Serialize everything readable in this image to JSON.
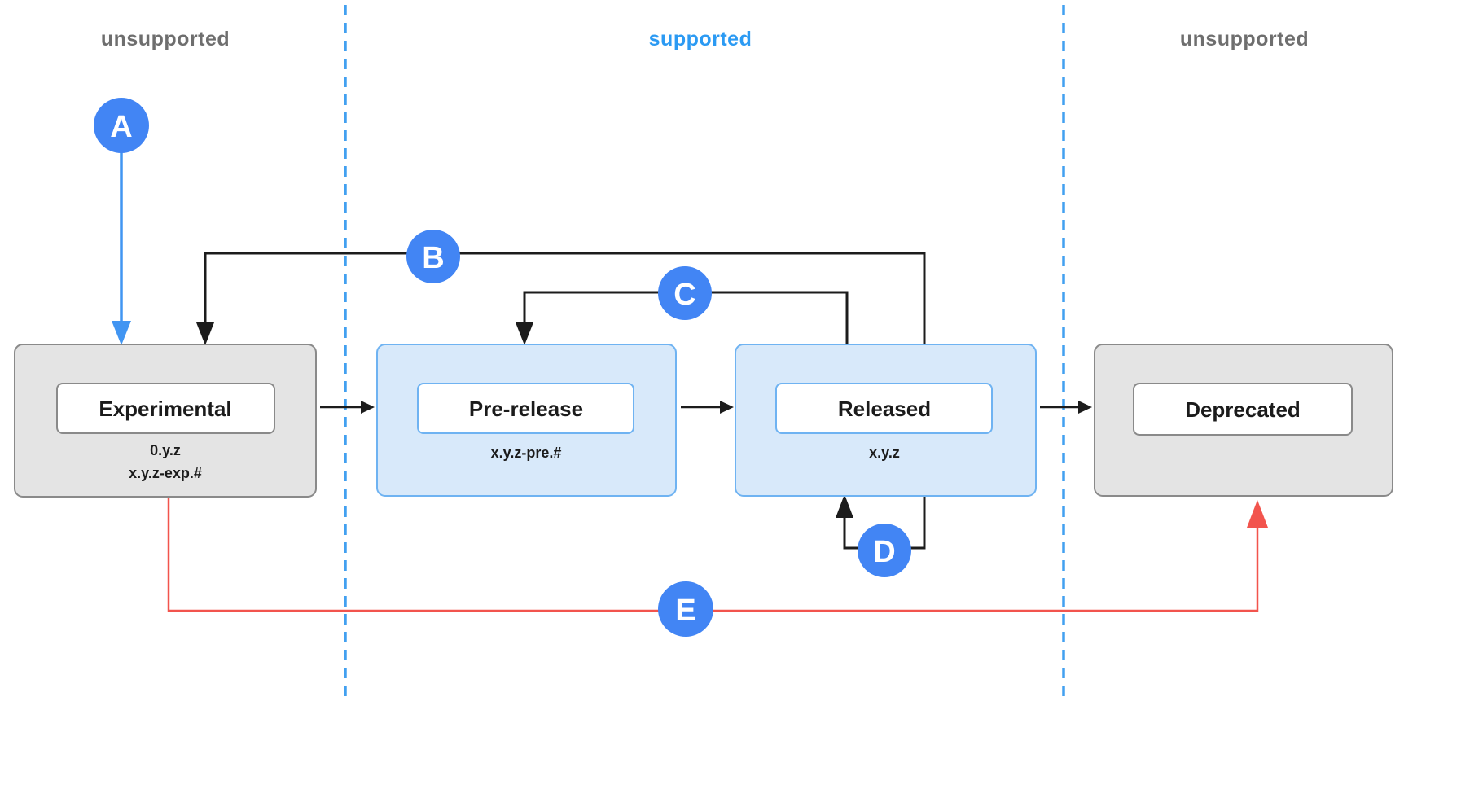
{
  "zones": [
    {
      "label": "unsupported",
      "color": "#6e6e6e"
    },
    {
      "label": "supported",
      "color": "#2b9af3"
    },
    {
      "label": "unsupported",
      "color": "#6e6e6e"
    }
  ],
  "stages": [
    {
      "name": "Experimental",
      "zone": "unsupported",
      "versions": [
        "0.y.z",
        "x.y.z-exp.#"
      ]
    },
    {
      "name": "Pre-release",
      "zone": "supported",
      "versions": [
        "x.y.z-pre.#"
      ]
    },
    {
      "name": "Released",
      "zone": "supported",
      "versions": [
        "x.y.z"
      ]
    },
    {
      "name": "Deprecated",
      "zone": "unsupported",
      "versions": []
    }
  ],
  "flow": [
    {
      "from": "Experimental",
      "to": "Pre-release"
    },
    {
      "from": "Pre-release",
      "to": "Released"
    },
    {
      "from": "Released",
      "to": "Deprecated"
    }
  ],
  "edges": [
    {
      "label": "A",
      "from": "",
      "to": "Experimental",
      "color": "blue"
    },
    {
      "label": "B",
      "from": "Released",
      "to": "Experimental",
      "color": "black"
    },
    {
      "label": "C",
      "from": "Released",
      "to": "Pre-release",
      "color": "black"
    },
    {
      "label": "D",
      "from": "Released",
      "to": "Released",
      "color": "black"
    },
    {
      "label": "E",
      "from": "Experimental",
      "to": "Deprecated",
      "color": "red"
    }
  ],
  "colors": {
    "badge_blue": "#4285f4",
    "zone_supported_text": "#2b9af3",
    "zone_unsupported_text": "#6e6e6e",
    "supported_box_fill": "#d8e9fa",
    "supported_box_border": "#6fb3f2",
    "unsupported_box_fill": "#e4e4e4",
    "unsupported_box_border": "#8a8a8a",
    "arrow_black": "#1c1c1c",
    "arrow_red": "#f2544d",
    "arrow_blue": "#4195f2",
    "divider_blue": "#42a0f0"
  }
}
